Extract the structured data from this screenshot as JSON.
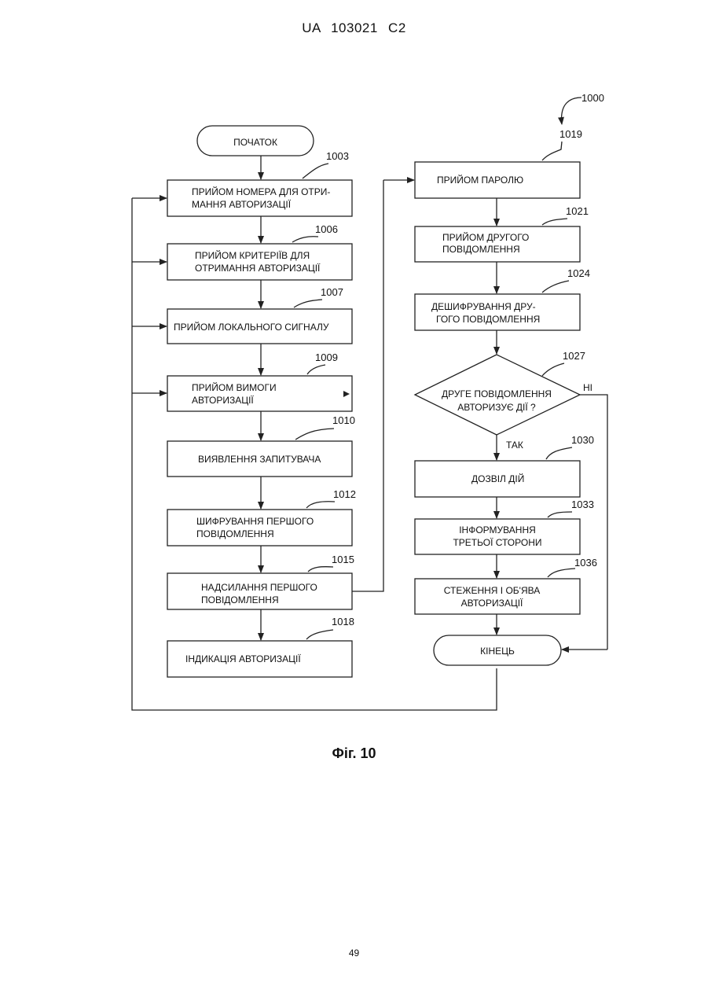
{
  "header": {
    "text": "UA   103021   C2"
  },
  "figure_caption": "Фіг. 10",
  "page_number": "49",
  "diagram": {
    "figure_ref": "1000",
    "start": "ПОЧАТОК",
    "end": "КІНЕЦЬ",
    "steps": [
      {
        "ref": "1003",
        "line1": "ПРИЙОМ НОМЕРА ДЛЯ ОТРИ-",
        "line2": "МАННЯ АВТОРИЗАЦІЇ"
      },
      {
        "ref": "1006",
        "line1": "ПРИЙОМ КРИТЕРІЇВ ДЛЯ",
        "line2": "ОТРИМАННЯ АВТОРИЗАЦІЇ"
      },
      {
        "ref": "1007",
        "line1": "ПРИЙОМ ЛОКАЛЬНОГО СИГНАЛУ"
      },
      {
        "ref": "1009",
        "line1": "ПРИЙОМ ВИМОГИ",
        "line2": "АВТОРИЗАЦІЇ"
      },
      {
        "ref": "1010",
        "line1": "ВИЯВЛЕННЯ ЗАПИТУВАЧА"
      },
      {
        "ref": "1012",
        "line1": "ШИФРУВАННЯ ПЕРШОГО",
        "line2": "ПОВІДОМЛЕННЯ"
      },
      {
        "ref": "1015",
        "line1": "НАДСИЛАННЯ ПЕРШОГО",
        "line2": "ПОВІДОМЛЕННЯ"
      },
      {
        "ref": "1018",
        "line1": "ІНДИКАЦІЯ АВТОРИЗАЦІЇ"
      },
      {
        "ref": "1019",
        "line1": "ПРИЙОМ ПАРОЛЮ"
      },
      {
        "ref": "1021",
        "line1": "ПРИЙОМ ДРУГОГО",
        "line2": "ПОВІДОМЛЕННЯ"
      },
      {
        "ref": "1024",
        "line1": "ДЕШИФРУВАННЯ ДРУ-",
        "line2": "ГОГО ПОВІДОМЛЕННЯ"
      },
      {
        "ref": "1030",
        "line1": "ДОЗВІЛ ДІЙ"
      },
      {
        "ref": "1033",
        "line1": "ІНФОРМУВАННЯ",
        "line2": "ТРЕТЬОЇ СТОРОНИ"
      },
      {
        "ref": "1036",
        "line1": "СТЕЖЕННЯ І ОБ'ЯВА",
        "line2": "АВТОРИЗАЦІЇ"
      }
    ],
    "decision": {
      "ref": "1027",
      "line1": "ДРУГЕ ПОВІДОМЛЕННЯ",
      "line2": "АВТОРИЗУЄ ДІЇ ?",
      "yes_label": "ТАК",
      "no_label": "НІ"
    }
  }
}
